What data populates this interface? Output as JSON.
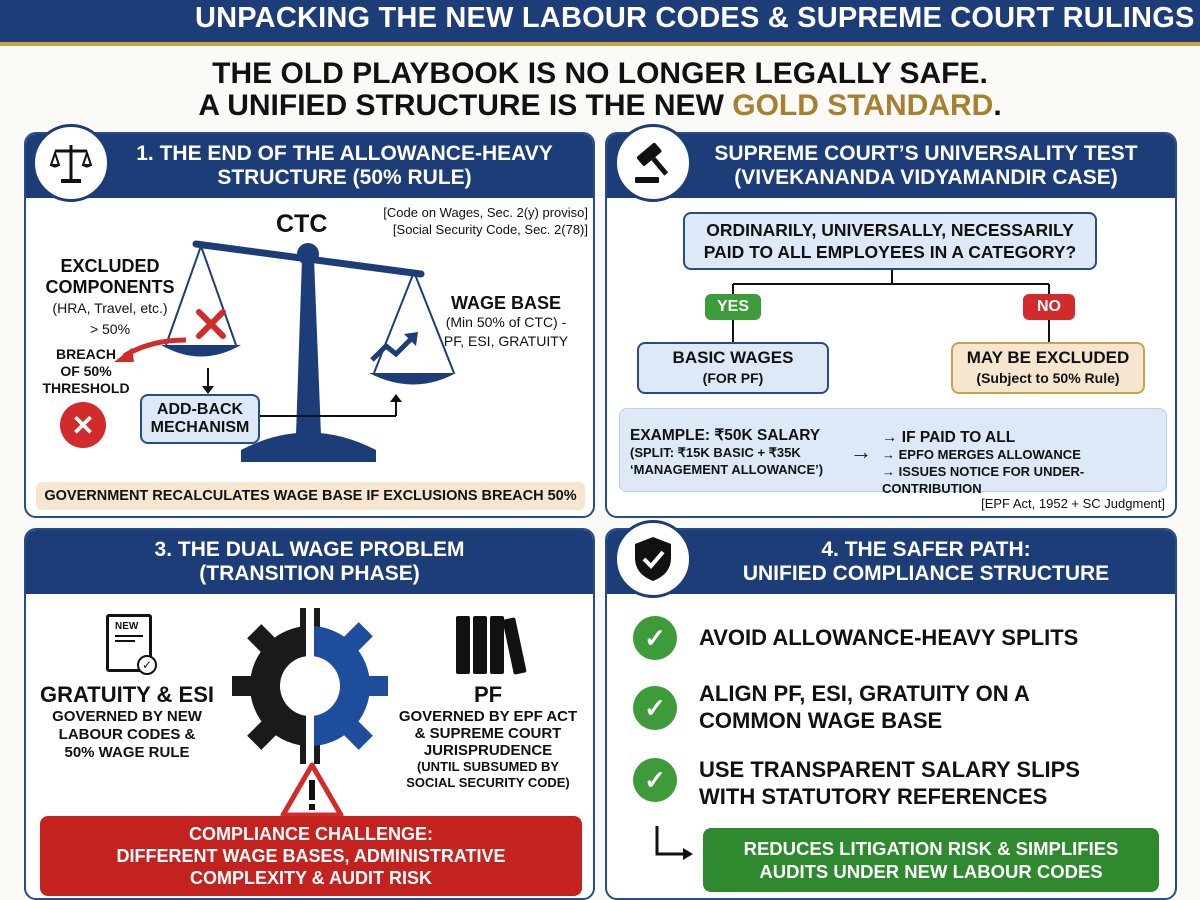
{
  "header": {
    "title": "UNPACKING THE NEW LABOUR CODES & SUPREME COURT RULINGS"
  },
  "headline": {
    "line1": "THE OLD PLAYBOOK IS NO LONGER LEGALLY SAFE.",
    "line2a": "A UNIFIED STRUCTURE IS THE NEW ",
    "line2b": "GOLD STANDARD",
    "line2c": "."
  },
  "panel1": {
    "title_l1": "1. THE END OF THE ALLOWANCE-HEAVY",
    "title_l2": "STRUCTURE (50% RULE)",
    "ctc": "CTC",
    "ref1": "[Code on Wages, Sec. 2(y) proviso]",
    "ref2": "[Social Security Code, Sec. 2(78)]",
    "excl_l1": "EXCLUDED",
    "excl_l2": "COMPONENTS",
    "excl_l3": "(HRA, Travel, etc.)",
    "excl_l4": "> 50%",
    "wage_l1": "WAGE BASE",
    "wage_l2": "(Min 50% of CTC) -",
    "wage_l3": "PF, ESI, GRATUITY",
    "breach_l1": "BREACH",
    "breach_l2": "OF 50%",
    "breach_l3": "THRESHOLD",
    "addback_l1": "ADD-BACK",
    "addback_l2": "MECHANISM",
    "footer": "GOVERNMENT RECALCULATES WAGE BASE IF EXCLUSIONS BREACH 50%"
  },
  "panel2": {
    "title_l1": "SUPREME COURT’S UNIVERSALITY TEST",
    "title_l2": "(VIVEKANANDA VIDYAMANDIR CASE)",
    "question_l1": "ORDINARILY, UNIVERSALLY, NECESSARILY",
    "question_l2": "PAID TO ALL EMPLOYEES IN A CATEGORY?",
    "yes": "YES",
    "no": "NO",
    "basic_l1": "BASIC WAGES",
    "basic_l2": "(FOR PF)",
    "excluded_l1": "MAY BE EXCLUDED",
    "excluded_l2": "(Subject to 50% Rule)",
    "ex_l1": "EXAMPLE: ₹50K SALARY",
    "ex_l2": "(SPLIT: ₹15K BASIC + ₹35K",
    "ex_l3": "‘MANAGEMENT ALLOWANCE’)",
    "res_l1": "→ IF PAID TO ALL",
    "res_l2": "→ EPFO MERGES ALLOWANCE",
    "res_l3": "→ ISSUES NOTICE FOR UNDER-CONTRIBUTION",
    "ref": "[EPF Act, 1952 + SC Judgment]"
  },
  "panel3": {
    "title_l1": "3. THE DUAL WAGE PROBLEM",
    "title_l2": "(TRANSITION PHASE)",
    "doc_new": "NEW",
    "left_title": "GRATUITY & ESI",
    "left_l1": "GOVERNED BY NEW",
    "left_l2": "LABOUR CODES &",
    "left_l3": "50% WAGE RULE",
    "right_title": "PF",
    "right_l1": "GOVERNED BY EPF ACT",
    "right_l2": "& SUPREME COURT",
    "right_l3": "JURISPRUDENCE",
    "right_l4": "(UNTIL SUBSUMED BY",
    "right_l5": "SOCIAL SECURITY CODE)",
    "warn_l1": "COMPLIANCE CHALLENGE:",
    "warn_l2": "DIFFERENT WAGE BASES, ADMINISTRATIVE",
    "warn_l3": "COMPLEXITY & AUDIT RISK"
  },
  "panel4": {
    "title_l1": "4. THE SAFER PATH:",
    "title_l2": "UNIFIED COMPLIANCE STRUCTURE",
    "item1": "AVOID ALLOWANCE-HEAVY SPLITS",
    "item2_l1": "ALIGN PF, ESI, GRATUITY ON A",
    "item2_l2": "COMMON WAGE BASE",
    "item3_l1": "USE TRANSPARENT SALARY SLIPS",
    "item3_l2": "WITH STATUTORY REFERENCES",
    "result_l1": "REDUCES LITIGATION RISK & SIMPLIFIES",
    "result_l2": "AUDITS UNDER NEW LABOUR CODES"
  },
  "colors": {
    "navy": "#1d3d78",
    "gold": "#c9a24a",
    "red": "#d22b2b",
    "green": "#3e9b3a",
    "lightblue": "#dde9f7",
    "beige": "#f6e6cf"
  },
  "icons": [
    "scales-icon",
    "gavel-icon",
    "shield-check-icon",
    "cross-icon",
    "growth-arrow-icon",
    "document-icon",
    "books-icon",
    "gear-icon",
    "warning-icon",
    "check-icon"
  ]
}
